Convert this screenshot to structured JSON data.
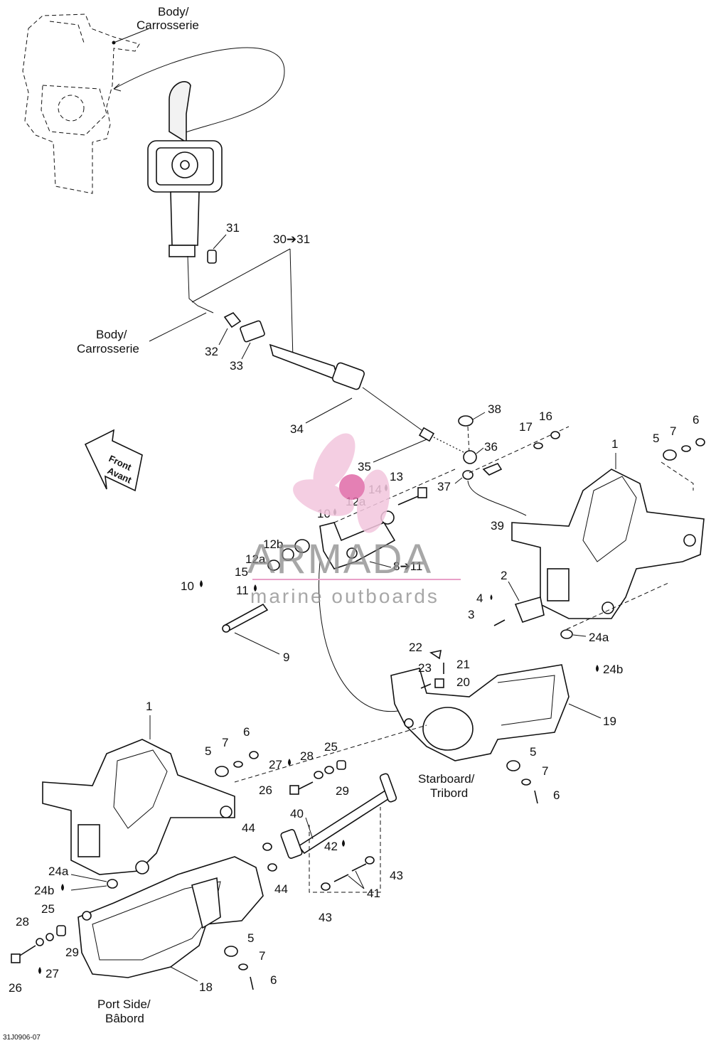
{
  "labels": {
    "body_top": "Body/",
    "carrosserie_top": "Carrosserie",
    "body_mid": "Body/",
    "carrosserie_mid": "Carrosserie",
    "front": "Front",
    "avant": "Avant",
    "starboard": "Starboard/",
    "tribord": "Tribord",
    "port": "Port Side/",
    "babord": "Bâbord",
    "ref_code": "31J0906-07"
  },
  "callouts": {
    "c31": "31",
    "c30_31": "30➔31",
    "c32": "32",
    "c33": "33",
    "c34": "34",
    "c35": "35",
    "c36": "36",
    "c37": "37",
    "c38": "38",
    "c39": "39",
    "c16": "16",
    "c17": "17",
    "c1_top": "1",
    "c5_top": "5",
    "c6_top": "6",
    "c7_top": "7",
    "c13": "13",
    "c14": "14",
    "c12a_top": "12a",
    "c10_top": "10",
    "c12b": "12b",
    "c12a_mid": "12a",
    "c15": "15",
    "c11": "11",
    "c8_11": "8➔11",
    "c10_left": "10",
    "c9": "9",
    "c2": "2",
    "c4": "4",
    "c3": "3",
    "c24a_right": "24a",
    "c24b_right": "24b",
    "c22": "22",
    "c23": "23",
    "c21": "21",
    "c20": "20",
    "c19": "19",
    "c1_left": "1",
    "c5_mid": "5",
    "c7_mid": "7",
    "c6_mid": "6",
    "c27_mid": "27",
    "c28_mid": "28",
    "c25_mid": "25",
    "c26_mid": "26",
    "c29_mid": "29",
    "c5_right": "5",
    "c7_right": "7",
    "c6_right": "6",
    "c40": "40",
    "c44_a": "44",
    "c44_b": "44",
    "c42": "42",
    "c43_a": "43",
    "c43_b": "43",
    "c41": "41",
    "c24a_left": "24a",
    "c24b_left": "24b",
    "c25_left": "25",
    "c28_left": "28",
    "c29_left": "29",
    "c26_left": "26",
    "c27_left": "27",
    "c18": "18",
    "c5_bot": "5",
    "c7_bot": "7",
    "c6_bot": "6"
  },
  "watermark": {
    "title": "ARMADA",
    "subtitle": "marine outboards"
  },
  "colors": {
    "line": "#111111",
    "watermark_pink": "#e8a0c8",
    "watermark_center": "#e06aa8"
  }
}
